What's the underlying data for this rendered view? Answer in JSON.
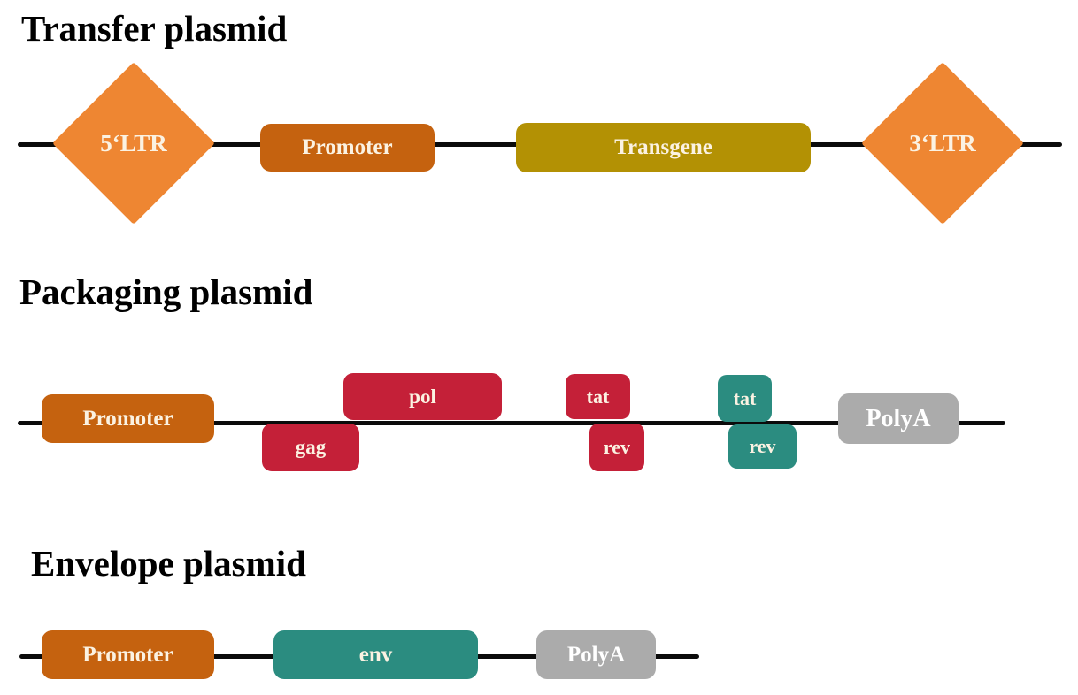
{
  "colors": {
    "ltr_diamond_orange": "#ee8632",
    "promoter_orange": "#c5620f",
    "transgene_gold": "#b39104",
    "gene_red": "#c42038",
    "gene_teal": "#2b8c80",
    "polya_gray": "#ababab",
    "backbone_black": "#0b0b0b",
    "box_label_cream": "#fbf2e2",
    "title_black": "#000000"
  },
  "sections": {
    "transfer": {
      "title": "Transfer plasmid",
      "elements": {
        "ltr5": "5‘LTR",
        "promoter": "Promoter",
        "transgene": "Transgene",
        "ltr3": "3‘LTR"
      }
    },
    "packaging": {
      "title": "Packaging plasmid",
      "elements": {
        "promoter": "Promoter",
        "gag": "gag",
        "pol": "pol",
        "tat1": "tat",
        "rev1": "rev",
        "tat2": "tat",
        "rev2": "rev",
        "polya": "PolyA"
      }
    },
    "envelope": {
      "title": "Envelope plasmid",
      "elements": {
        "promoter": "Promoter",
        "env": "env",
        "polya": "PolyA"
      }
    }
  }
}
